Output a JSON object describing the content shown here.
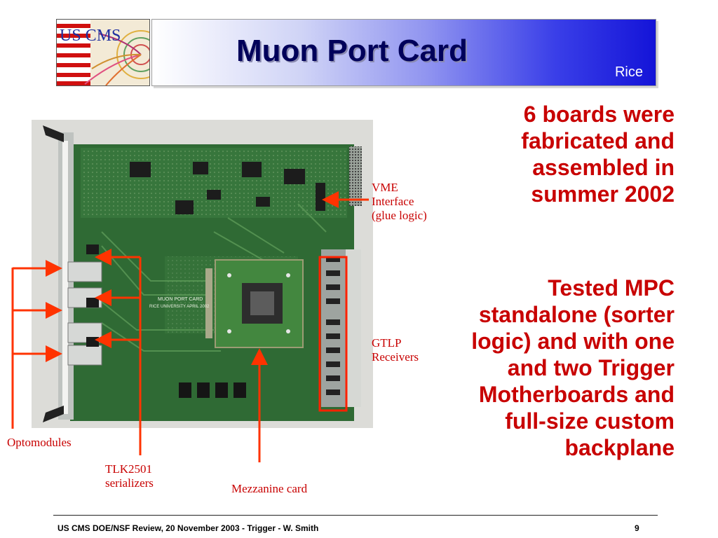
{
  "logo": {
    "text": "US CMS"
  },
  "header": {
    "title": "Muon Port Card",
    "subtitle": "Rice"
  },
  "board": {
    "silk_line1": "MUON PORT CARD",
    "silk_line2": "RICE UNIVERSITY APRIL 2002"
  },
  "bullets": [
    {
      "lines": [
        "6 boards were",
        "fabricated and",
        "assembled in",
        "summer 2002"
      ]
    },
    {
      "lines": [
        "Tested MPC",
        "standalone (sorter",
        "logic) and with one",
        "and  two Trigger",
        "Motherboards and",
        "full-size custom",
        "backplane"
      ]
    }
  ],
  "labels": {
    "vme": [
      "VME",
      "Interface",
      "(glue logic)"
    ],
    "gtlp": [
      "GTLP",
      "Receivers"
    ],
    "optomodules": "Optomodules",
    "tlk": [
      "TLK2501",
      "serializers"
    ],
    "mezzanine": "Mezzanine card"
  },
  "footer": {
    "text": "US CMS DOE/NSF Review, 20 November 2003 - Trigger - W. Smith",
    "page": "9"
  },
  "colors": {
    "accent": "#c80000",
    "arrow": "#ff3300",
    "title": "#00005a",
    "board": "#2f6a34"
  }
}
